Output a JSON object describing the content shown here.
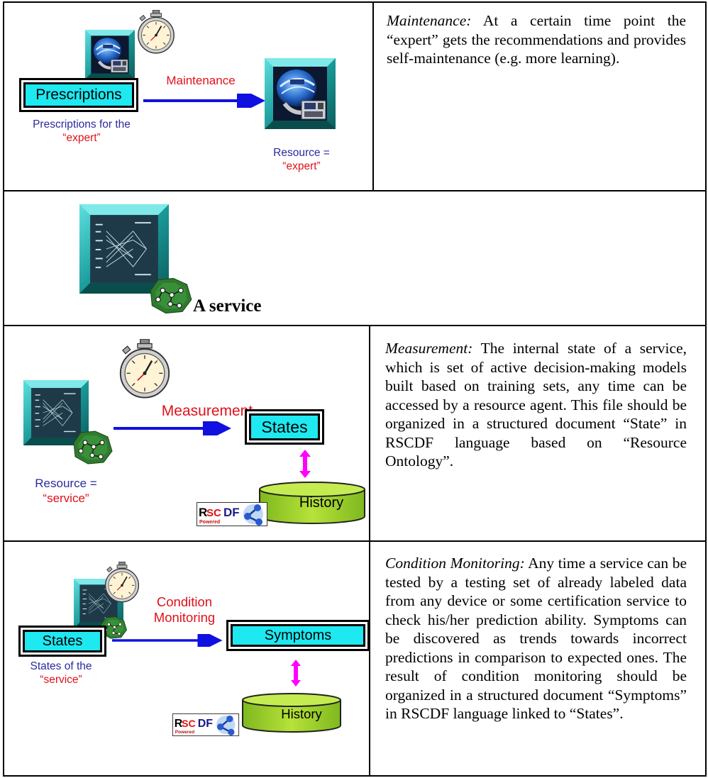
{
  "rows": [
    {
      "diagram": {
        "box_label": "Prescriptions",
        "arrow_label": "Maintenance",
        "caption_left_line1": "Prescriptions for the",
        "caption_left_line2": "“expert”",
        "caption_right_line1": "Resource =",
        "caption_right_line2": "“expert”"
      },
      "description": {
        "term": "Maintenance:",
        "text": " At a certain time point the “expert” gets the recommendations and provides self-maintenance (e.g. more learning)."
      }
    },
    {
      "title": "A service"
    },
    {
      "diagram": {
        "arrow_label": "Measurement",
        "box_label": "States",
        "history_label": "History",
        "logo_text": "RSCDF",
        "logo_sub": "Powered",
        "caption_line1": "Resource =",
        "caption_line2": "“service”"
      },
      "description": {
        "term": "Measurement:",
        "text": " The internal state of a service, which is set of active decision-making models built based on training sets, any time can be accessed by a resource agent. This file should be organized in a structured document “State” in RSCDF language based on “Resource Ontology”."
      }
    },
    {
      "diagram": {
        "box_label": "States",
        "arrow_label_line1": "Condition",
        "arrow_label_line2": "Monitoring",
        "target_label": "Symptoms",
        "history_label": "History",
        "logo_text": "RSCDF",
        "logo_sub": "Powered",
        "caption_line1": "States of the",
        "caption_line2": "“service”"
      },
      "description": {
        "term": "Condition Monitoring:",
        "text": " Any time a service can be tested by a testing set of already labeled data from any device or some certification service to check his/her prediction ability. Symptoms can be discovered as trends towards incorrect predictions in comparison to expected ones. The result of condition monitoring should be organized in a structured document “Symptoms” in RSCDF language linked to “States”."
      }
    }
  ],
  "colors": {
    "box_fill": "#1ee8f0",
    "arrow": "#1010e0",
    "label_red": "#e0111a",
    "caption_blue": "#2a2a9e",
    "link_arrow": "#ff00ff",
    "history_fill": "#a8d82a",
    "frame_teal": "#1aa0a0"
  }
}
